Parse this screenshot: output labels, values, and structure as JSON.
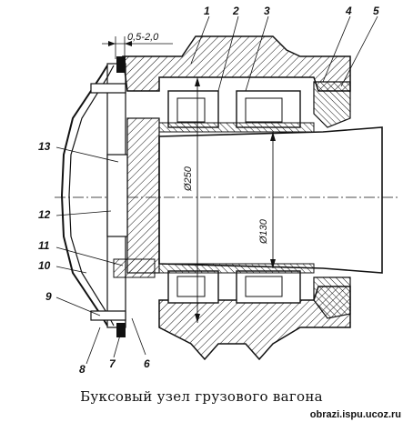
{
  "caption": "Буксовый узел грузового вагона",
  "watermark": "obrazi.ispu.ucoz.ru",
  "dimensions": {
    "gap": "0,5-2,0",
    "outer_diameter": "Ø250",
    "inner_diameter": "Ø130"
  },
  "part_numbers": [
    "1",
    "2",
    "3",
    "4",
    "5",
    "6",
    "7",
    "8",
    "9",
    "10",
    "11",
    "12",
    "13"
  ],
  "colors": {
    "ink": "#111111",
    "paper": "#ffffff"
  }
}
